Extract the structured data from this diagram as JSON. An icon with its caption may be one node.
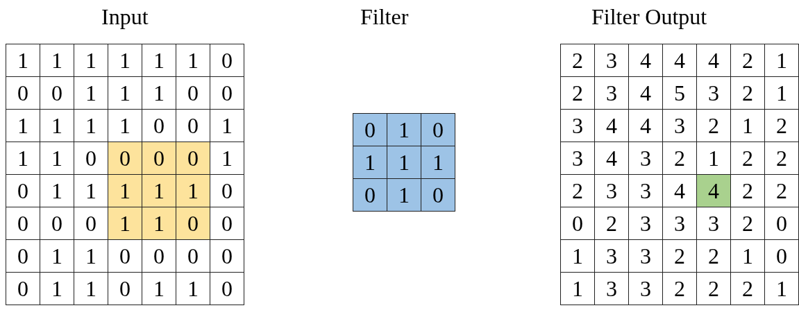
{
  "diagram": {
    "labels": [
      "Input",
      "Filter",
      "Filter Output",
      "1",
      "1",
      "1",
      "1",
      "1",
      "1",
      "0",
      "0",
      "0",
      "1",
      "1",
      "1",
      "0",
      "0",
      "1",
      "1",
      "1",
      "1",
      "0",
      "0",
      "1",
      "1",
      "1",
      "0",
      "0",
      "0",
      "0",
      "1",
      "0",
      "1",
      "1",
      "1",
      "1",
      "1",
      "0",
      "0",
      "0",
      "0",
      "1",
      "1",
      "0",
      "0",
      "0",
      "1",
      "1",
      "0",
      "0",
      "0",
      "0",
      "0",
      "1",
      "1",
      "0",
      "1",
      "1",
      "0",
      "0",
      "1",
      "0",
      "1",
      "1",
      "1",
      "0",
      "1",
      "0",
      "2",
      "3",
      "4",
      "4",
      "4",
      "2",
      "1",
      "2",
      "3",
      "4",
      "5",
      "3",
      "2",
      "1",
      "3",
      "4",
      "4",
      "3",
      "2",
      "1",
      "2",
      "3",
      "4",
      "3",
      "2",
      "1",
      "2",
      "2",
      "2",
      "3",
      "3",
      "4",
      "4",
      "2",
      "2",
      "0",
      "2",
      "3",
      "3",
      "3",
      "2",
      "0",
      "1",
      "3",
      "3",
      "2",
      "2",
      "1",
      "0",
      "1",
      "3",
      "3",
      "2",
      "2",
      "2",
      "1"
    ]
  }
}
